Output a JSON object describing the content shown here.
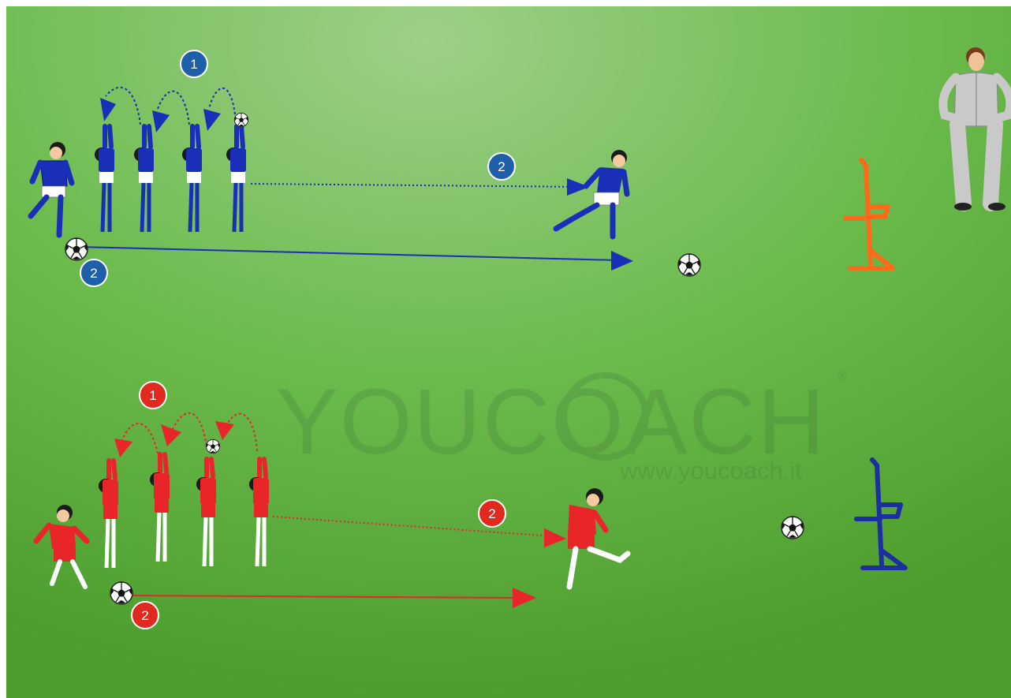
{
  "watermark": {
    "brand": "YOUCOACH",
    "registered_mark": "®",
    "url": "www.youcoach.it"
  },
  "blue_team": {
    "color": "#1a2fb8",
    "badge_color": "#1f5fa8",
    "step_1_label": "1",
    "step_2_pass_label": "2",
    "step_2_ball_label": "2"
  },
  "red_team": {
    "color": "#e8262a",
    "badge_color": "#e02a20",
    "step_1_label": "1",
    "step_2_pass_label": "2",
    "step_2_ball_label": "2"
  },
  "field": {
    "grass_light": "#9dd089",
    "grass_dark": "#4fa32e"
  },
  "equipment": {
    "orange_hurdle_color": "#ff6a1a",
    "blue_hurdle_color": "#1c2fa0",
    "coach_suit_color": "#c9c9c9"
  }
}
